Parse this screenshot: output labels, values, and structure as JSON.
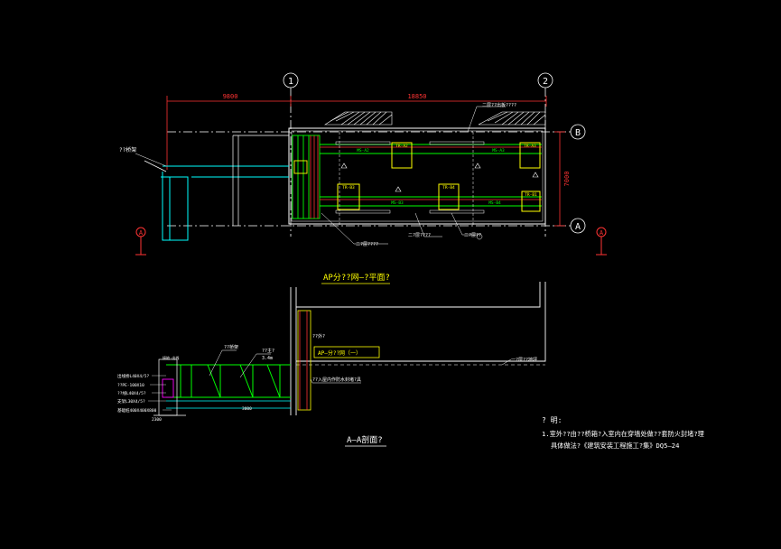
{
  "grid": {
    "axis_1": "1",
    "axis_2": "2",
    "axis_B": "B",
    "axis_A": "A",
    "section_mark_left": "A",
    "section_mark_right": "A"
  },
  "dimensions": {
    "left_span": "9800",
    "total_span": "18850",
    "height_span": "7000"
  },
  "plan": {
    "title": "AP分??网—?平面?",
    "label_top_right": "二层??出板????",
    "label_left": "??桥架",
    "label_bottom_1": "二?层????",
    "label_bottom_2": "二?层????",
    "label_bottom_3": "二?层??",
    "panel_labels": [
      "TR-A2",
      "TR-A3",
      "TR-B3",
      "TR-B4",
      "TR-B1"
    ],
    "tray_labels": [
      "MS-A2",
      "MS-A3",
      "MS-B3",
      "MS-B4"
    ]
  },
  "section": {
    "title": "A—A剖面?",
    "ap_label": "AP—分??网（一）",
    "label_bridge": "??桥架",
    "label_cable": "??主?",
    "label_height": "3.4m",
    "label_top": "??外?",
    "label_outdoor": "??入屋内作防水封堵?具",
    "label_floor": "一?层??地坪",
    "label_gnd": "接地·出线",
    "layer_labels": [
      "出线桥L40X4/5?",
      "??PE-100X10",
      "??线L40X4/5?",
      "支架L30X4/5?",
      "基础桩400X400X800"
    ],
    "dim_bottom_1": "3000",
    "dim_bottom_2": "2300"
  },
  "notes": {
    "heading": "?  明:",
    "line1": "1.室外??由??桥箱?入室内在穿墙处做??套防火封堵?理",
    "line2": "具体做法?《建筑安装工程施工?集》DQ5—24"
  }
}
